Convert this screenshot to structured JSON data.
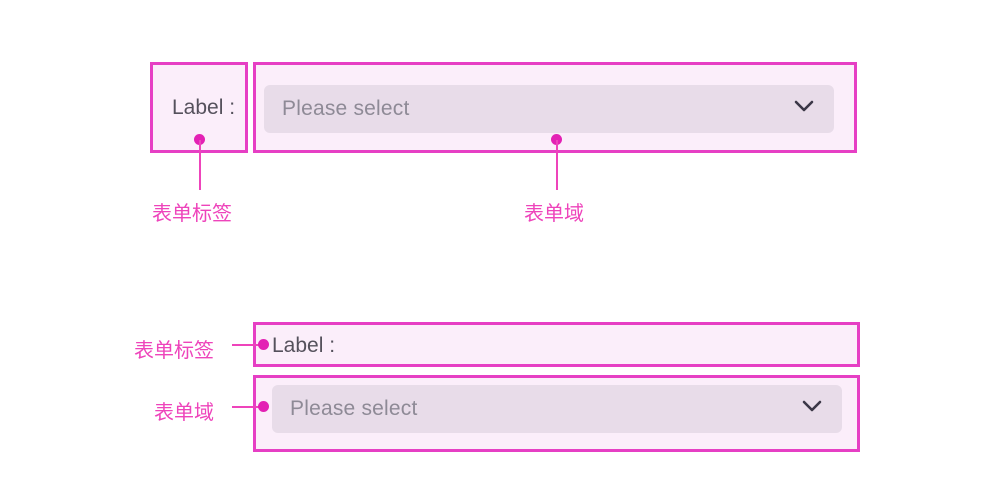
{
  "page": {
    "background_color": "#ffffff",
    "accent_color": "#e63fc4",
    "annotation_text_color": "#ee44bb",
    "box_fill_color": "#fbeefa",
    "control_fill_color": "#e8dce9",
    "label_text_color": "#55515c",
    "placeholder_text_color": "#8e8a96"
  },
  "example_horizontal": {
    "label_region": {
      "label_text": "Label :",
      "callout": "表单标签"
    },
    "field_region": {
      "placeholder": "Please select",
      "dropdown_icon": "chevron-down-icon",
      "callout": "表单域"
    }
  },
  "example_vertical": {
    "label_region": {
      "label_text": "Label :",
      "callout": "表单标签"
    },
    "field_region": {
      "placeholder": "Please select",
      "dropdown_icon": "chevron-down-icon",
      "callout": "表单域"
    }
  }
}
